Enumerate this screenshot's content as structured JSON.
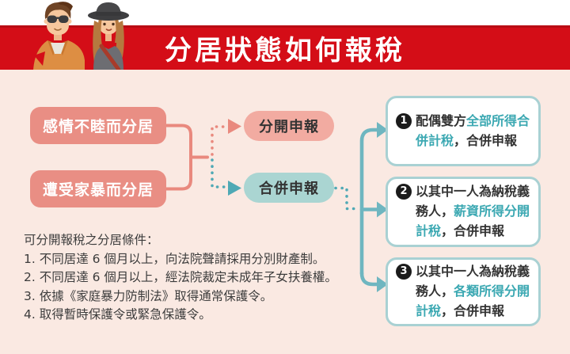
{
  "header": {
    "title": "分居狀態如何報稅"
  },
  "icons": {
    "couple": "separated-couple-illustration",
    "split_arrow_pink": "dotted-arrow-to-separate-filing",
    "split_arrow_teal": "dotted-arrow-to-joint-filing",
    "branch_arrows": "teal-branch-arrows-to-options"
  },
  "colors": {
    "banner_red": "#d40d17",
    "page_bg": "#fae9e2",
    "cause_box": "#e98e84",
    "pill_separate": "#f2aba1",
    "pill_joint": "#aad5d2",
    "option_border": "#a9d1d3",
    "teal_accent_text": "#3ba8b2",
    "trunk_teal": "#6fb6c0"
  },
  "flow": {
    "causes": [
      {
        "label": "感情不睦而分居"
      },
      {
        "label": "遭受家暴而分居"
      }
    ],
    "methods": [
      {
        "label": "分開申報"
      },
      {
        "label": "合併申報"
      }
    ],
    "options": [
      {
        "number": "1",
        "segments": [
          {
            "text": "配偶雙方",
            "color": "dark"
          },
          {
            "text": "全部所得合併計稅",
            "color": "teal"
          },
          {
            "text": "，合併申報",
            "color": "dark"
          }
        ]
      },
      {
        "number": "2",
        "segments": [
          {
            "text": "以其中一人為納稅義務人，",
            "color": "dark"
          },
          {
            "text": "薪資所得分開計稅",
            "color": "teal"
          },
          {
            "text": "，合併申報",
            "color": "dark"
          }
        ]
      },
      {
        "number": "3",
        "segments": [
          {
            "text": "以其中一人為納稅義務人，",
            "color": "dark"
          },
          {
            "text": "各類所得分開計稅",
            "color": "teal"
          },
          {
            "text": "，合併申報",
            "color": "dark"
          }
        ]
      }
    ]
  },
  "conditions": {
    "heading": "可分開報稅之分居條件：",
    "items": [
      "1. 不同居達 6 個月以上，向法院聲請採用分別財產制。",
      "2. 不同居達 6 個月以上，經法院裁定未成年子女扶養權。",
      "3. 依據《家庭暴力防制法》取得通常保護令。",
      "4. 取得暫時保護令或緊急保護令。"
    ]
  }
}
